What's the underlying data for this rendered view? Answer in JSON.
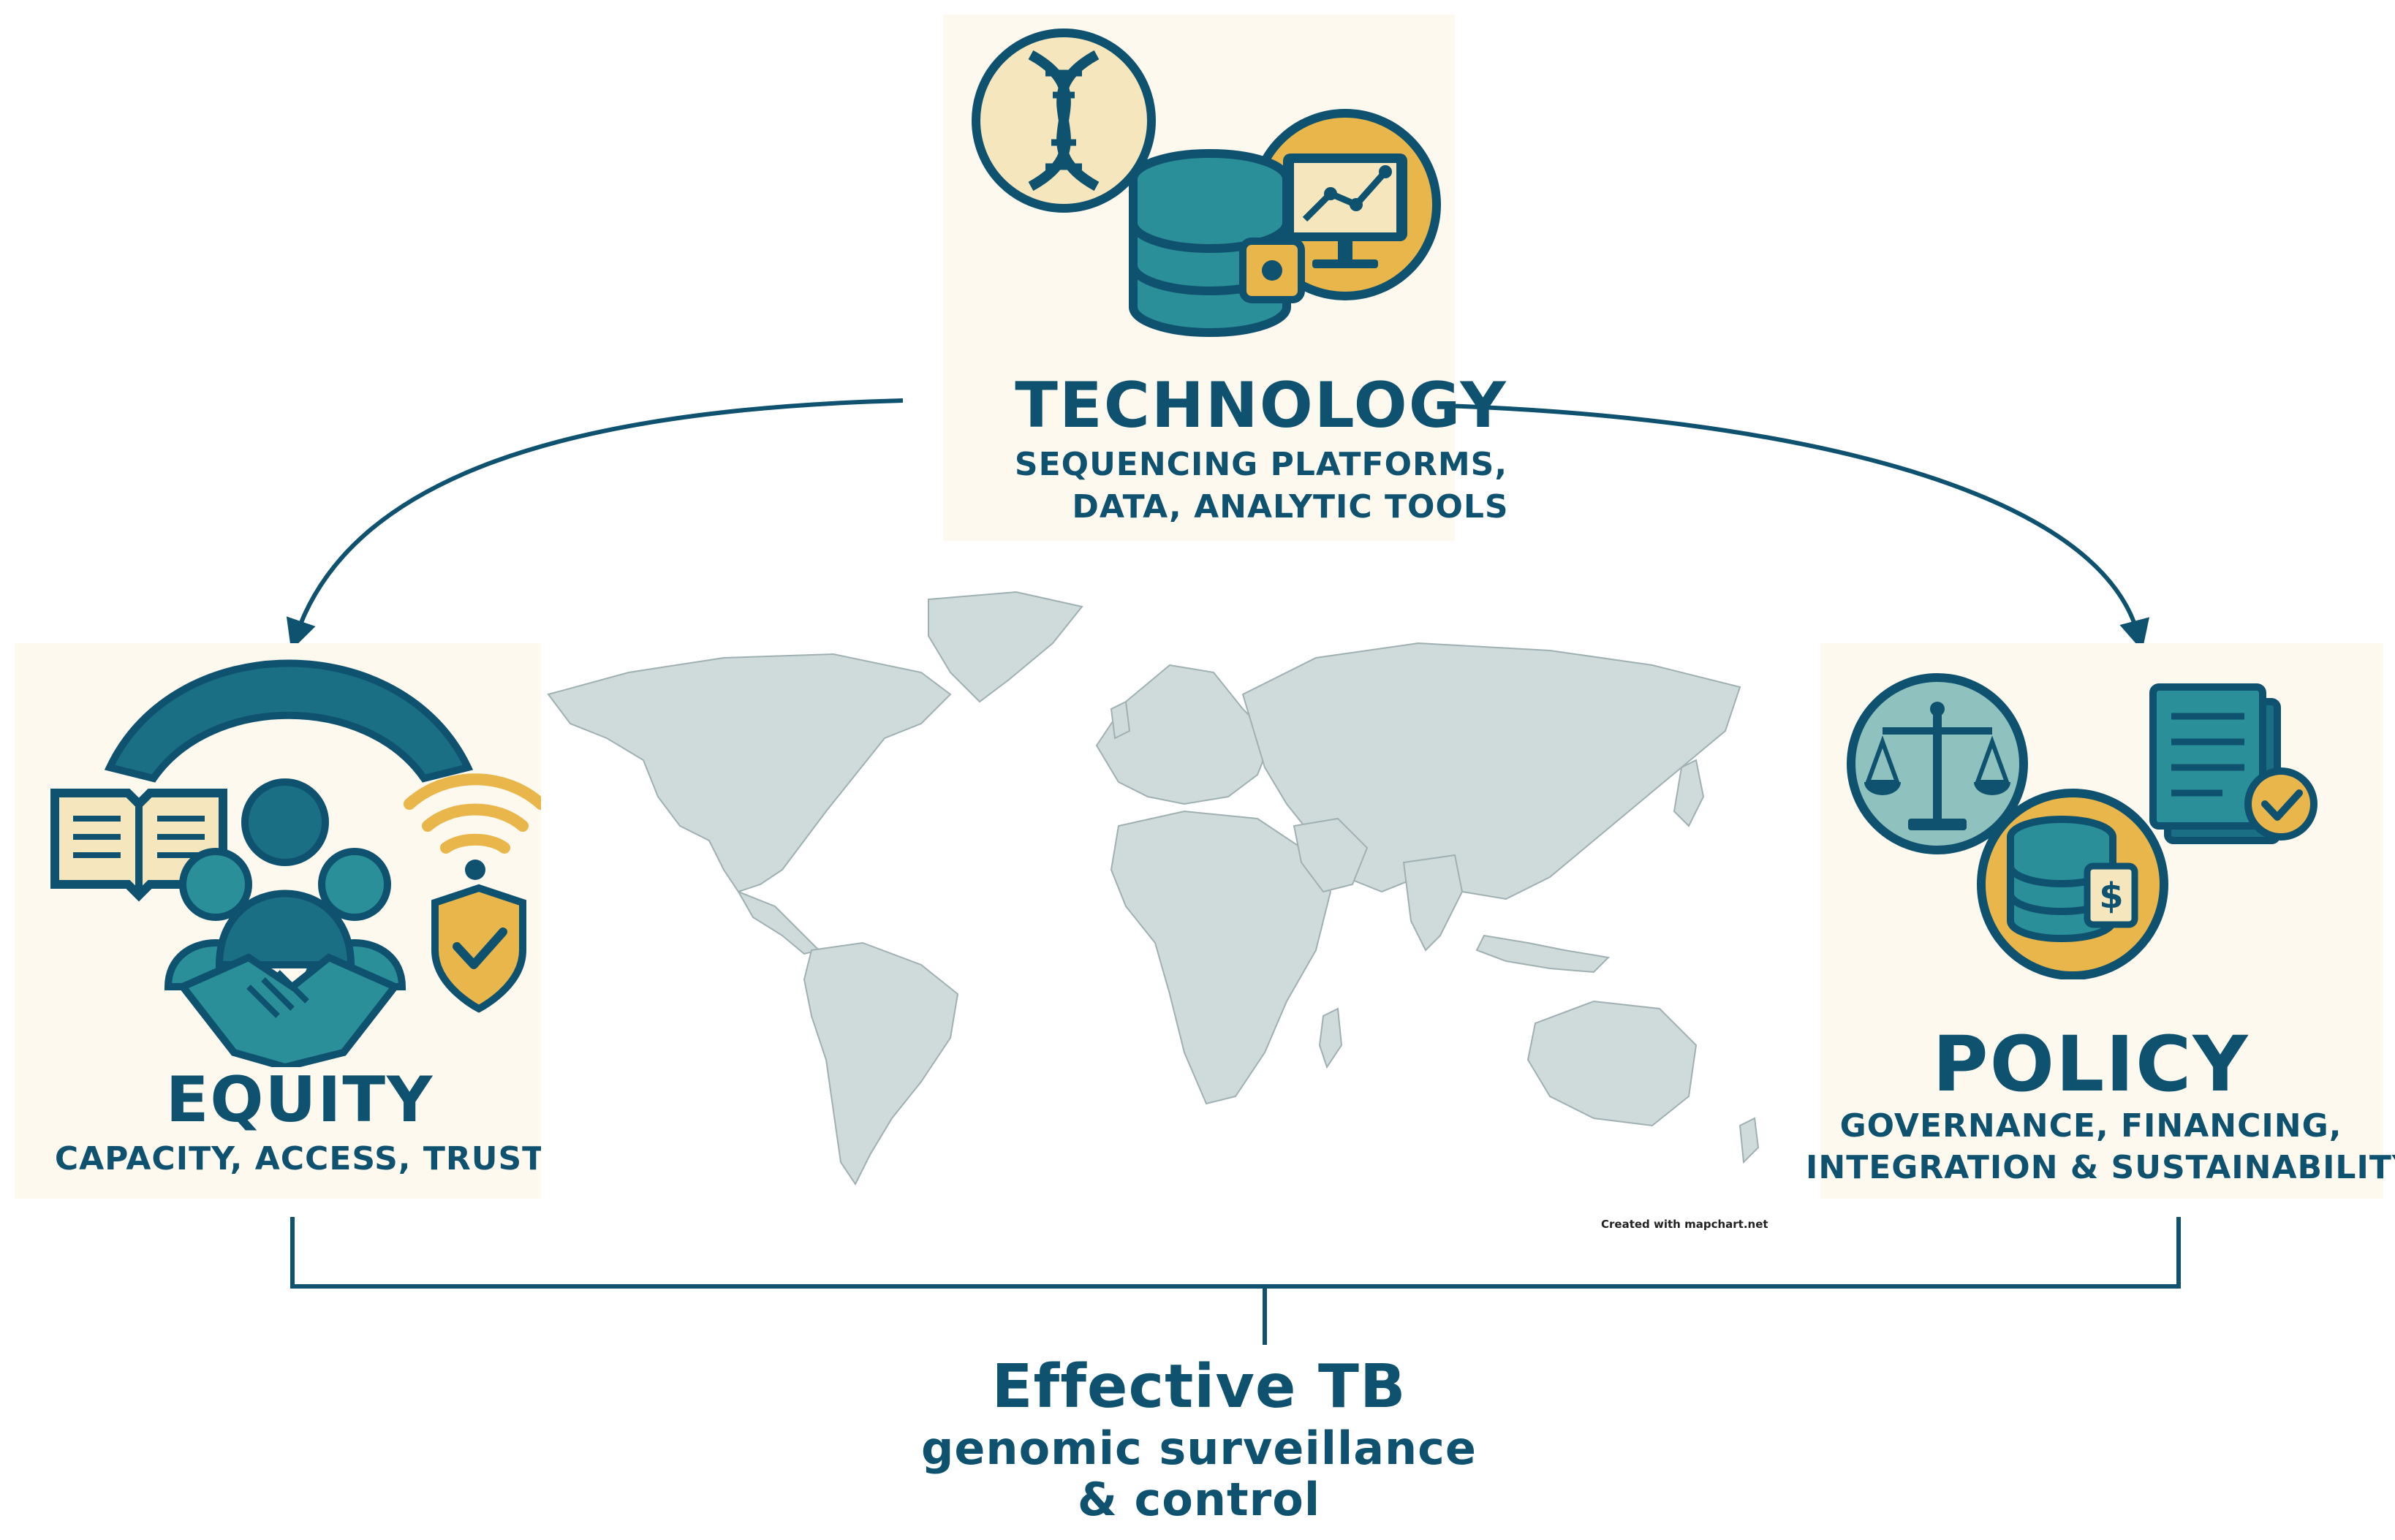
{
  "technology": {
    "title": "TECHNOLOGY",
    "subtitle_line1": "SEQUENCING PLATFORMS,",
    "subtitle_line2": "DATA, ANALYTIC TOOLS",
    "icons": [
      "dna-icon",
      "database-icon",
      "analytics-monitor-icon"
    ]
  },
  "equity": {
    "title": "EQUITY",
    "subtitle": "CAPACITY, ACCESS,  TRUST",
    "icons": [
      "umbrella-arc-icon",
      "open-book-icon",
      "people-group-icon",
      "handshake-icon",
      "wifi-icon",
      "shield-check-icon"
    ]
  },
  "policy": {
    "title": "POLICY",
    "subtitle_line1": "GOVERNANCE, FINANCING,",
    "subtitle_line2": "INTEGRATION & SUSTAINABILITY",
    "icons": [
      "scales-icon",
      "funding-database-icon",
      "document-check-icon"
    ]
  },
  "outcome": {
    "title": "Effective TB",
    "subtitle_line1": "genomic surveillance",
    "subtitle_line2": "& control"
  },
  "map": {
    "credit": "Created with mapchart.net"
  },
  "colors": {
    "teal_dark": "#0f5270",
    "teal": "#1b7a8a",
    "teal_mid": "#2a8f98",
    "gold": "#e8b64a",
    "cream": "#f5e6bd",
    "map_land": "#cfdadb",
    "map_border": "#9fb0b3"
  }
}
